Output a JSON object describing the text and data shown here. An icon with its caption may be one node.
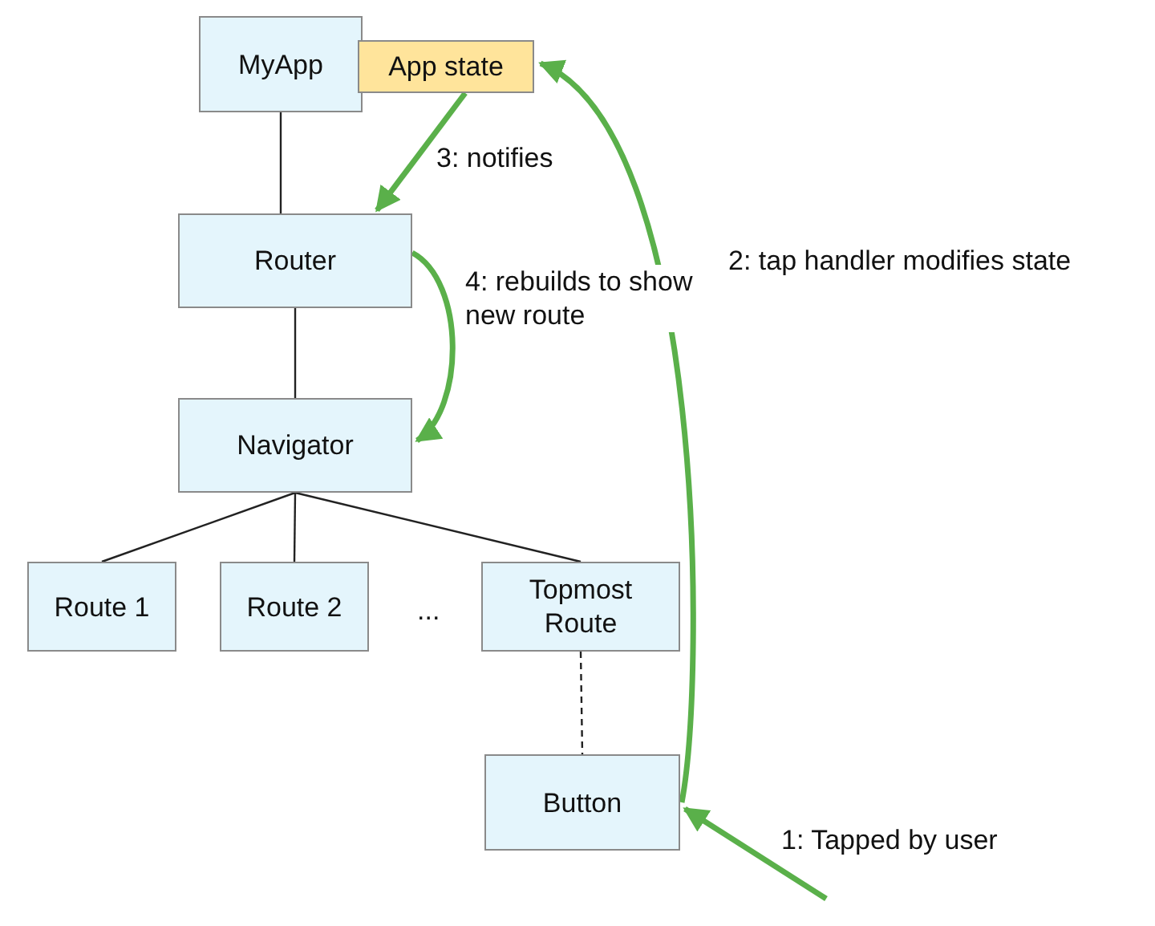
{
  "diagram": {
    "nodes": [
      {
        "text": [
          "MyApp"
        ]
      },
      {
        "text": [
          "App state"
        ]
      },
      {
        "text": [
          "Router"
        ]
      },
      {
        "text": [
          "Navigator"
        ]
      },
      {
        "text": [
          "Route 1"
        ]
      },
      {
        "text": [
          "Route 2"
        ]
      },
      {
        "text": [
          "Topmost Route"
        ]
      },
      {
        "text": [
          "Button"
        ]
      }
    ],
    "edges": [
      {
        "from": 0,
        "to": 2,
        "arrow": "none"
      },
      {
        "from": 2,
        "to": 3,
        "arrow": "none"
      },
      {
        "from": 3,
        "to": 4,
        "arrow": "none"
      },
      {
        "from": 3,
        "to": 5,
        "arrow": "none"
      },
      {
        "from": 3,
        "to": 6,
        "arrow": "none"
      },
      {
        "from": 6,
        "to": 7,
        "arrow": "none",
        "style": "dashed"
      },
      {
        "from": null,
        "to": 7,
        "arrow": "to",
        "label": "1: Tapped by user",
        "style": "thick",
        "color": "#5ab04a"
      },
      {
        "from": 7,
        "to": 1,
        "arrow": "to",
        "label": "2: tap handler modifies state",
        "style": "thick",
        "color": "#5ab04a"
      },
      {
        "from": 1,
        "to": 2,
        "arrow": "to",
        "label": "3: notifies",
        "style": "thick",
        "color": "#5ab04a"
      },
      {
        "from": 2,
        "to": 3,
        "arrow": "to",
        "label": "4: rebuilds to show new route",
        "style": "thick",
        "color": "#5ab04a"
      }
    ],
    "labels": [
      "..."
    ]
  }
}
